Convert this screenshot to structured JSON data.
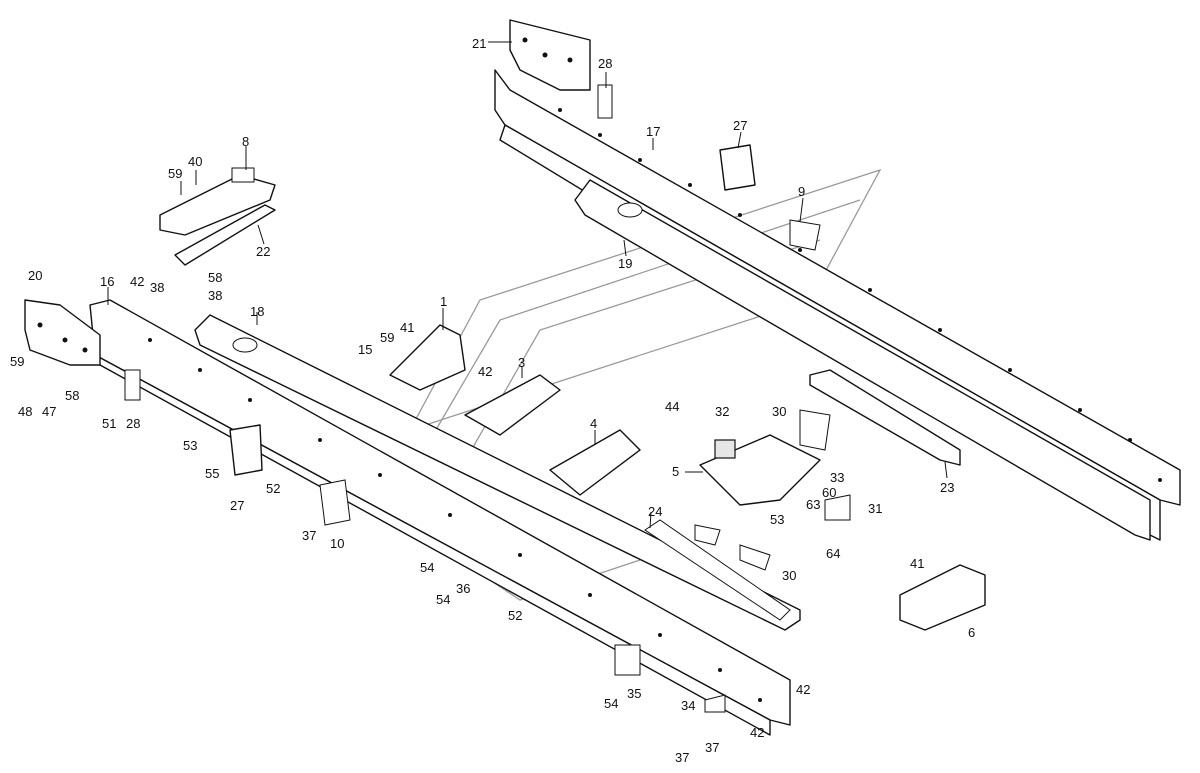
{
  "colors": {
    "line": "#111111",
    "background": "#ffffff",
    "watermark": "#9a9a9a"
  },
  "callouts": [
    {
      "id": "c21",
      "text": "21"
    },
    {
      "id": "c28a",
      "text": "28"
    },
    {
      "id": "c17",
      "text": "17"
    },
    {
      "id": "c27a",
      "text": "27"
    },
    {
      "id": "c8",
      "text": "8"
    },
    {
      "id": "c40",
      "text": "40"
    },
    {
      "id": "c59a",
      "text": "59"
    },
    {
      "id": "c9",
      "text": "9"
    },
    {
      "id": "c22",
      "text": "22"
    },
    {
      "id": "c19",
      "text": "19"
    },
    {
      "id": "c20",
      "text": "20"
    },
    {
      "id": "c16",
      "text": "16"
    },
    {
      "id": "c42a",
      "text": "42"
    },
    {
      "id": "c38a",
      "text": "38"
    },
    {
      "id": "c58a",
      "text": "58"
    },
    {
      "id": "c38b",
      "text": "38"
    },
    {
      "id": "c18",
      "text": "18"
    },
    {
      "id": "c1",
      "text": "1"
    },
    {
      "id": "c41a",
      "text": "41"
    },
    {
      "id": "c59b",
      "text": "59"
    },
    {
      "id": "c15",
      "text": "15"
    },
    {
      "id": "c3",
      "text": "3"
    },
    {
      "id": "c42b",
      "text": "42"
    },
    {
      "id": "c59c",
      "text": "59"
    },
    {
      "id": "c58b",
      "text": "58"
    },
    {
      "id": "c48",
      "text": "48"
    },
    {
      "id": "c47",
      "text": "47"
    },
    {
      "id": "c51",
      "text": "51"
    },
    {
      "id": "c28b",
      "text": "28"
    },
    {
      "id": "c53a",
      "text": "53"
    },
    {
      "id": "c55",
      "text": "55"
    },
    {
      "id": "c27b",
      "text": "27"
    },
    {
      "id": "c52a",
      "text": "52"
    },
    {
      "id": "c44",
      "text": "44"
    },
    {
      "id": "c32",
      "text": "32"
    },
    {
      "id": "c30a",
      "text": "30"
    },
    {
      "id": "c4",
      "text": "4"
    },
    {
      "id": "c5",
      "text": "5"
    },
    {
      "id": "c33",
      "text": "33"
    },
    {
      "id": "c60",
      "text": "60"
    },
    {
      "id": "c63",
      "text": "63"
    },
    {
      "id": "c23",
      "text": "23"
    },
    {
      "id": "c31",
      "text": "31"
    },
    {
      "id": "c53b",
      "text": "53"
    },
    {
      "id": "c37a",
      "text": "37"
    },
    {
      "id": "c10",
      "text": "10"
    },
    {
      "id": "c24",
      "text": "24"
    },
    {
      "id": "c64",
      "text": "64"
    },
    {
      "id": "c54a",
      "text": "54"
    },
    {
      "id": "c36",
      "text": "36"
    },
    {
      "id": "c54b",
      "text": "54"
    },
    {
      "id": "c30b",
      "text": "30"
    },
    {
      "id": "c52b",
      "text": "52"
    },
    {
      "id": "c41b",
      "text": "41"
    },
    {
      "id": "c6",
      "text": "6"
    },
    {
      "id": "c42c",
      "text": "42"
    },
    {
      "id": "c35",
      "text": "35"
    },
    {
      "id": "c54c",
      "text": "54"
    },
    {
      "id": "c34",
      "text": "34"
    },
    {
      "id": "c42d",
      "text": "42"
    },
    {
      "id": "c37b",
      "text": "37"
    },
    {
      "id": "c37c",
      "text": "37"
    }
  ]
}
